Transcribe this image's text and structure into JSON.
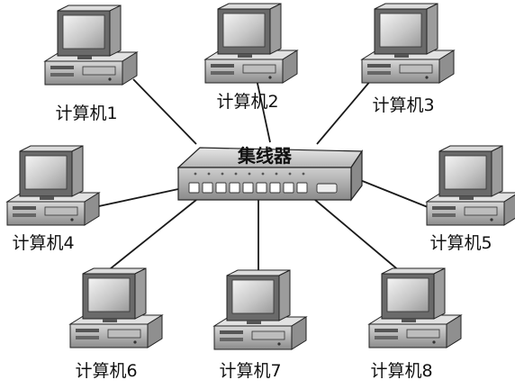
{
  "hub": {
    "label": "集线器"
  },
  "computers": [
    {
      "label": "计算机1"
    },
    {
      "label": "计算机2"
    },
    {
      "label": "计算机3"
    },
    {
      "label": "计算机4"
    },
    {
      "label": "计算机5"
    },
    {
      "label": "计算机6"
    },
    {
      "label": "计算机7"
    },
    {
      "label": "计算机8"
    }
  ],
  "icons": {
    "computer": "desktop-computer-icon",
    "hub": "network-hub-icon"
  }
}
